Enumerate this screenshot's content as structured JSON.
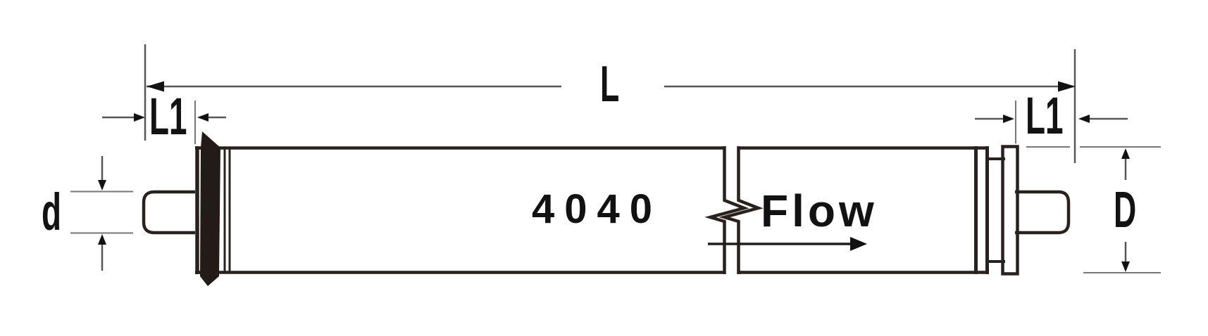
{
  "diagram": {
    "labels": {
      "overall_length": "L",
      "left_stub_length": "L1",
      "right_stub_length": "L1",
      "stub_diameter": "d",
      "element_diameter": "D",
      "element_size": "4040",
      "flow": "Flow"
    },
    "colors": {
      "background": "#ffffff",
      "outline": "#29211e",
      "dimension_line": "#565656",
      "reference_line": "#767676",
      "text": "#121212",
      "seal_fill": "#231b18"
    }
  }
}
